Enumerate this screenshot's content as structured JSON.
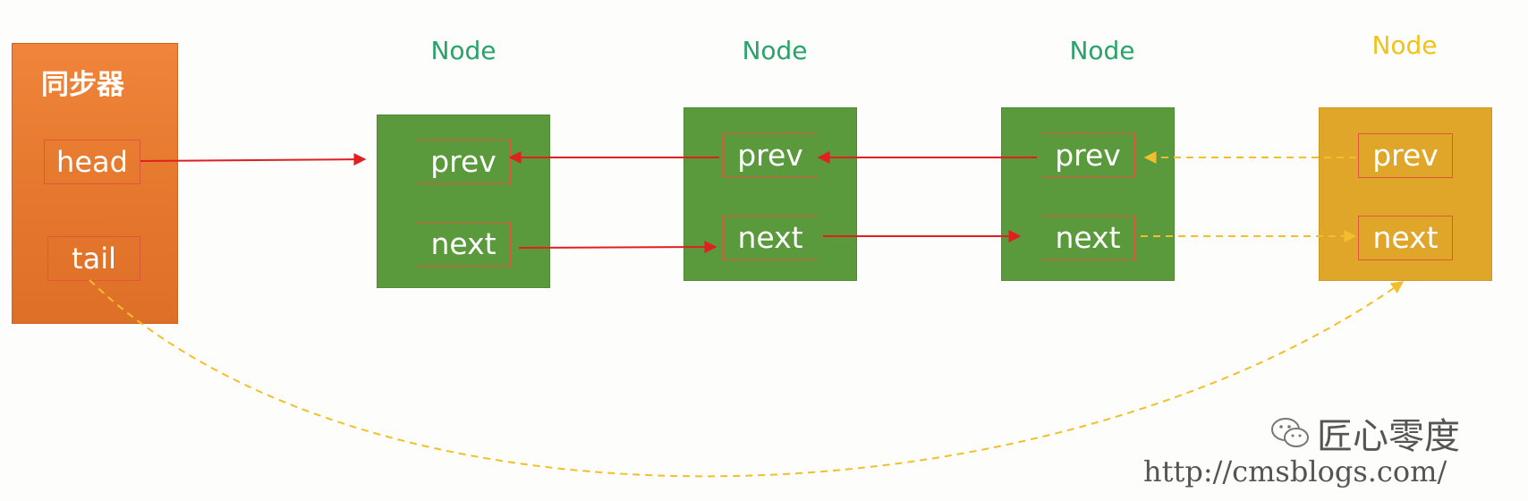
{
  "synchronizer": {
    "title": "同步器",
    "head_label": "head",
    "tail_label": "tail",
    "color": "#e67a2f"
  },
  "nodes": [
    {
      "label": "Node",
      "prev_label": "prev",
      "next_label": "next",
      "color": "#5a9a3c",
      "label_color": "#2aa36a"
    },
    {
      "label": "Node",
      "prev_label": "prev",
      "next_label": "next",
      "color": "#5a9a3c",
      "label_color": "#2aa36a"
    },
    {
      "label": "Node",
      "prev_label": "prev",
      "next_label": "next",
      "color": "#5a9a3c",
      "label_color": "#2aa36a"
    },
    {
      "label": "Node",
      "prev_label": "prev",
      "next_label": "next",
      "color": "#dfa62a",
      "label_color": "#f0c21a"
    }
  ],
  "link_colors": {
    "solid": "#e02020",
    "dashed": "#f2bf2a"
  },
  "watermark": {
    "brand": "匠心零度",
    "url": "http://cmsblogs.com/",
    "logo_icon": "wechat-icon"
  }
}
